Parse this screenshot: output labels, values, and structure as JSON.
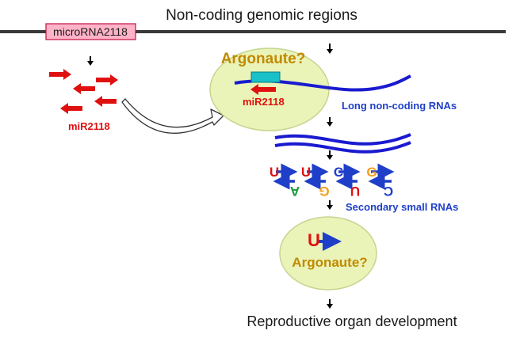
{
  "diagram": {
    "title": "Non-coding genomic regions",
    "gene_box_label": "microRNA2118",
    "mirna_label": "miR2118",
    "bound_mirna_label": "miR2118",
    "argonaute_top_label": "Argonaute?",
    "argonaute_bottom_label": "Argonaute?",
    "lncrna_label": "Long non-coding RNAs",
    "secondary_label": "Secondary small RNAs",
    "final_label": "Reproductive organ development",
    "final_base": "U",
    "upper_bases": [
      "U",
      "U",
      "C",
      "G"
    ],
    "lower_bases": [
      "A",
      "G",
      "U",
      "C"
    ],
    "colors": {
      "red": "#e01010",
      "blue": "#1f3fc8",
      "dark_blue": "#1a1ad0",
      "gold": "#f0a020",
      "green": "#1a9a3a",
      "ellipse_fill": "#eaf3b8",
      "ellipse_stroke": "#c5d590",
      "box_fill": "#ffb3c8",
      "box_stroke": "#c01040",
      "teal": "#18c0c8",
      "genome_line": "#3a3a3a"
    }
  }
}
